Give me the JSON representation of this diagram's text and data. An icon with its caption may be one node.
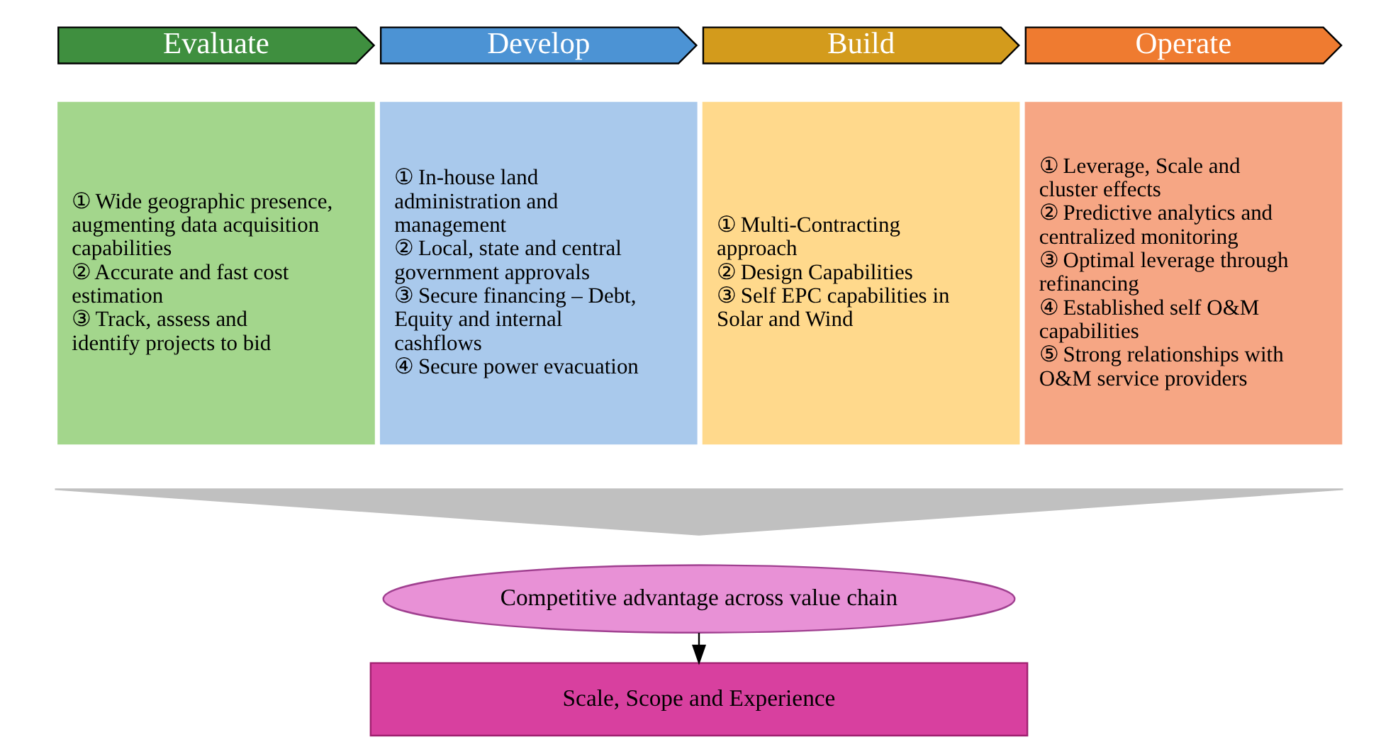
{
  "diagram": {
    "nodes": [
      {
        "text": [
          "Evaluate"
        ]
      },
      {
        "text": [
          "Develop"
        ]
      },
      {
        "text": [
          "Build"
        ]
      },
      {
        "text": [
          "Operate"
        ]
      },
      {
        "text": [
          "① Wide geographic presence, augmenting data acquisition capabilities",
          "② Accurate and fast cost estimation",
          "③ Track, assess and identify projects to bid"
        ]
      },
      {
        "text": [
          "① In-house land administration and management",
          "② Local, state and central government approvals",
          "③ Secure financing – Debt, Equity and internal cashflows",
          "④ Secure power evacuation"
        ]
      },
      {
        "text": [
          "① Multi-Contracting approach",
          "② Design Capabilities",
          "③ Self EPC capabilities in Solar and Wind"
        ]
      },
      {
        "text": [
          "① Leverage, Scale and cluster effects",
          "② Predictive analytics and centralized monitoring",
          "③ Optimal leverage through refinancing",
          "④ Established self O&M capabilities",
          "⑤ Strong relationships with O&M service providers"
        ]
      },
      {
        "text": [],
        "shape": "triangle"
      },
      {
        "text": [
          "Competitive advantage across value chain"
        ]
      },
      {
        "text": [
          "Scale, Scope and Experience"
        ]
      }
    ],
    "edges": [
      {
        "from": 9,
        "to": 10,
        "arrow": "to"
      }
    ]
  }
}
